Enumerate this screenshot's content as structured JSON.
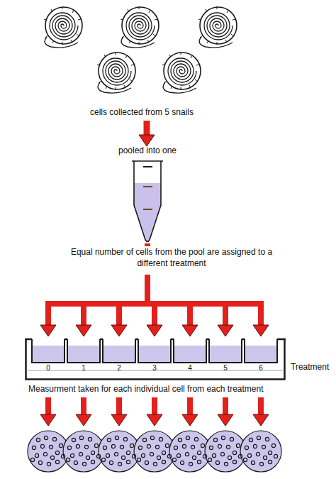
{
  "diagram": {
    "nodes": [
      {
        "text": [
          "pooled into one"
        ]
      },
      {
        "text": [
          "Treatment"
        ]
      },
      {
        "text": [
          "0"
        ],
        "in": 1
      },
      {
        "text": [
          "1"
        ],
        "in": 1
      },
      {
        "text": [
          "2"
        ],
        "in": 1
      },
      {
        "text": [
          "3"
        ],
        "in": 1
      },
      {
        "text": [
          "4"
        ],
        "in": 1
      },
      {
        "text": [
          "5"
        ],
        "in": 1
      },
      {
        "text": [
          "6"
        ],
        "in": 1
      }
    ],
    "edges": [
      {
        "from": 0,
        "to": 2,
        "arrow": "to"
      },
      {
        "from": 0,
        "to": 3,
        "arrow": "to"
      },
      {
        "from": 0,
        "to": 4,
        "arrow": "to"
      },
      {
        "from": 0,
        "to": 5,
        "arrow": "to"
      },
      {
        "from": 0,
        "to": 6,
        "arrow": "to"
      },
      {
        "from": 0,
        "to": 7,
        "arrow": "to"
      },
      {
        "from": 0,
        "to": 8,
        "arrow": "to"
      }
    ],
    "labels": [
      "cells collected from 5 snails",
      "Equal number of cells from the pool are assigned to a different treatment",
      "Measurment taken for each individual cell from each treatment"
    ]
  }
}
